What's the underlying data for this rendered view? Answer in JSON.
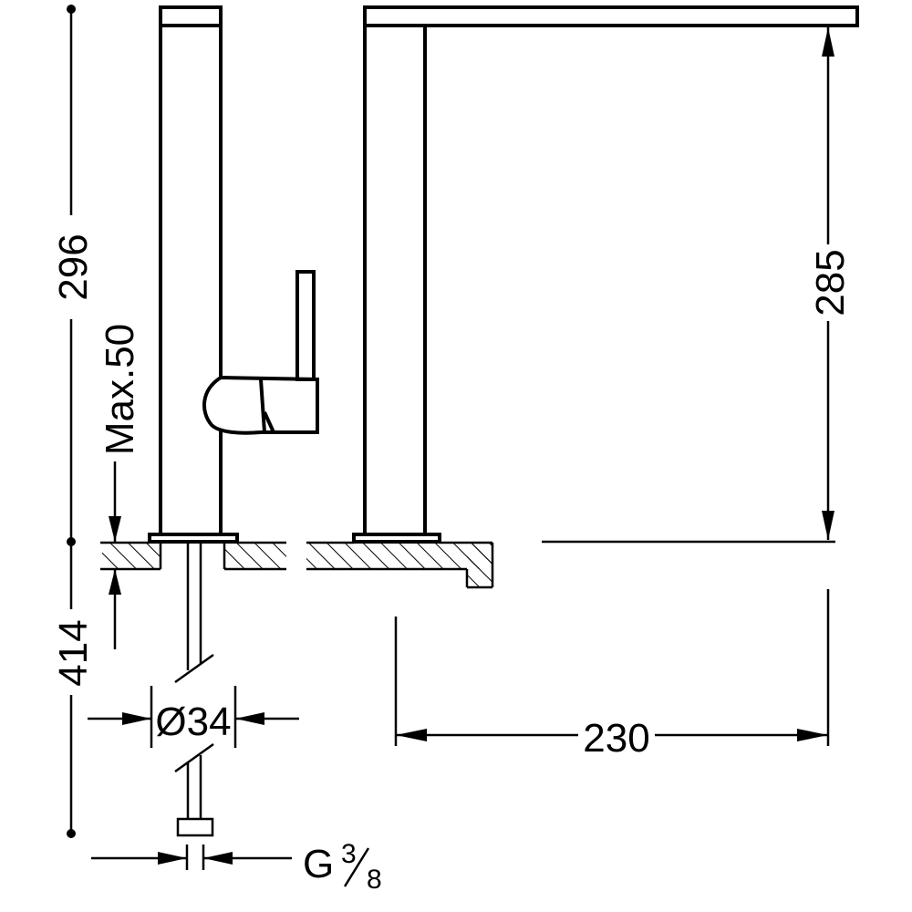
{
  "dimensions": {
    "total_height": "296",
    "max_deck": "Max.50",
    "below_deck": "414",
    "spout_height": "285",
    "spout_reach": "230",
    "hose_diameter": "Ø34",
    "connection_prefix": "G",
    "connection_numerator": "3",
    "connection_denominator": "8"
  },
  "colors": {
    "line": "#000000",
    "background": "#ffffff"
  }
}
